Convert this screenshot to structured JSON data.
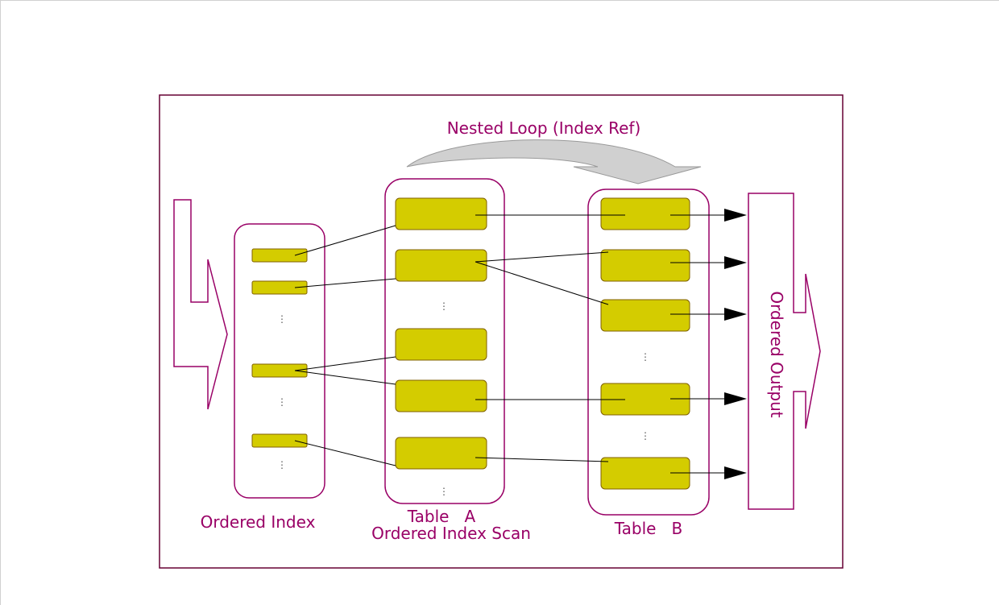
{
  "diagram": {
    "title": "Nested Loop (Index Ref)",
    "labels": {
      "ordered_index": "Ordered Index",
      "table_a_line1": "Table   A",
      "table_a_line2": "Ordered Index Scan",
      "table_b": "Table   B",
      "ordered_output": "Ordered Output"
    },
    "ellipsis": "⋮",
    "colors": {
      "frame": "#660033",
      "label": "#990066",
      "block_fill": "#d4cc00",
      "block_stroke": "#806000",
      "nested_arrow_fill": "#d0d0d0",
      "arrow": "#000000"
    }
  }
}
